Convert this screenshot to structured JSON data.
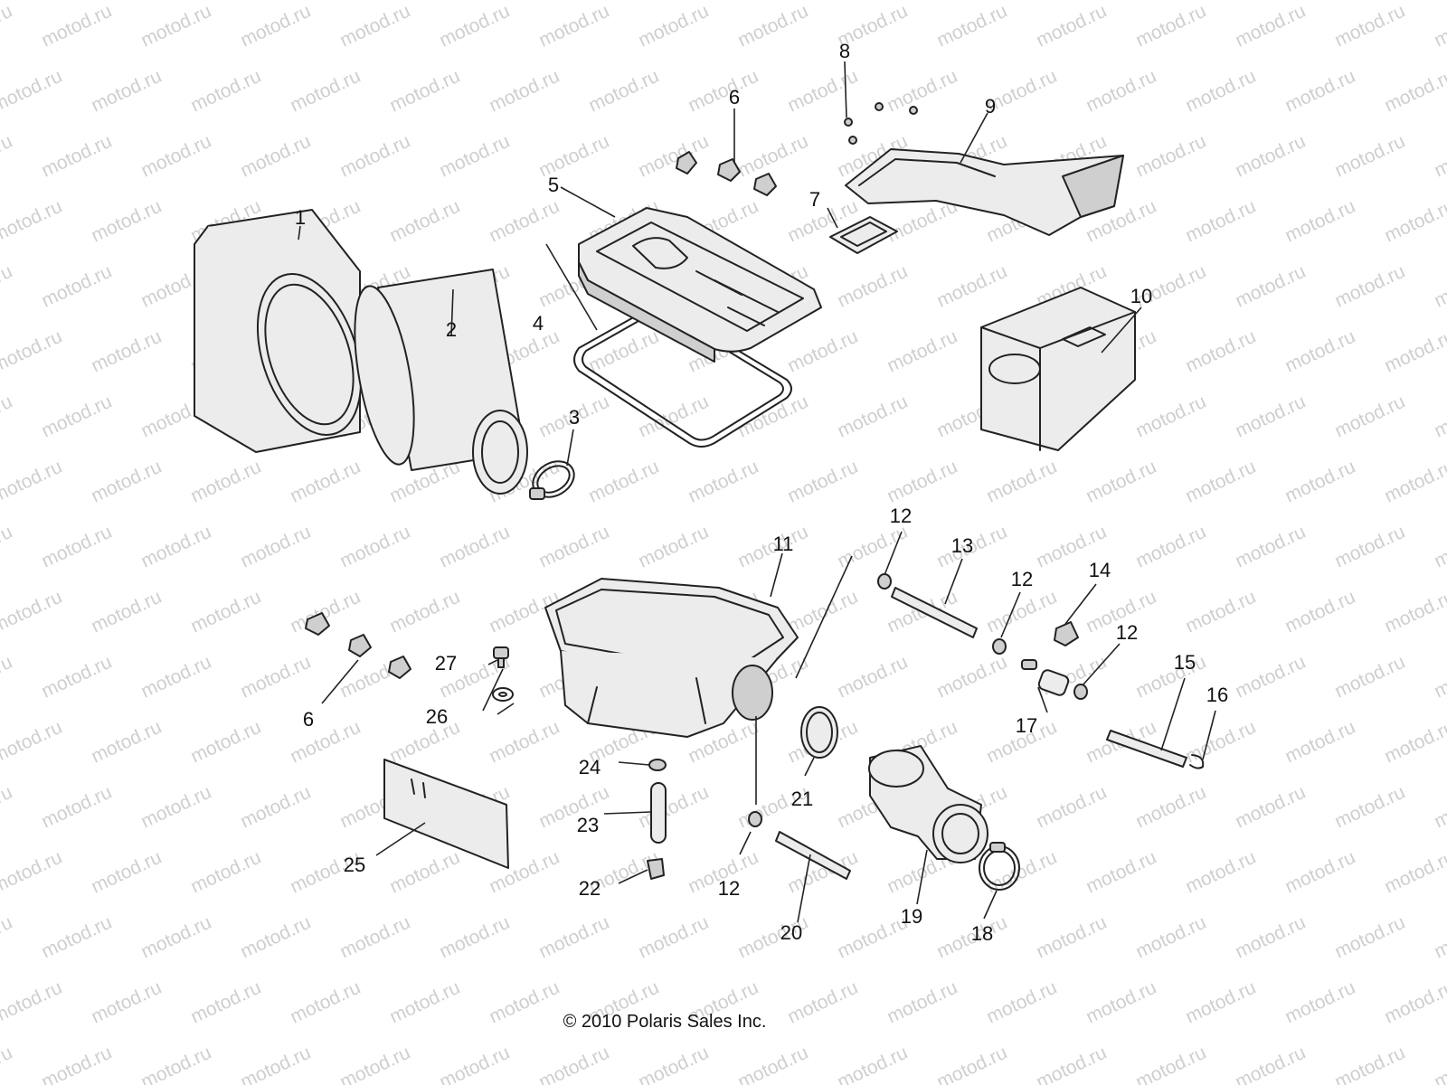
{
  "watermark": "motod.ru",
  "copyright": "© 2010 Polaris Sales Inc.",
  "callouts": [
    "1",
    "2",
    "3",
    "4",
    "5",
    "6",
    "6",
    "7",
    "8",
    "9",
    "10",
    "11",
    "12",
    "12",
    "12",
    "12",
    "13",
    "14",
    "15",
    "16",
    "17",
    "18",
    "19",
    "20",
    "21",
    "22",
    "23",
    "24",
    "25",
    "26",
    "27"
  ],
  "colors": {
    "line": "#222222",
    "fill": "#ececec",
    "watermark": "#cfcfcf"
  }
}
